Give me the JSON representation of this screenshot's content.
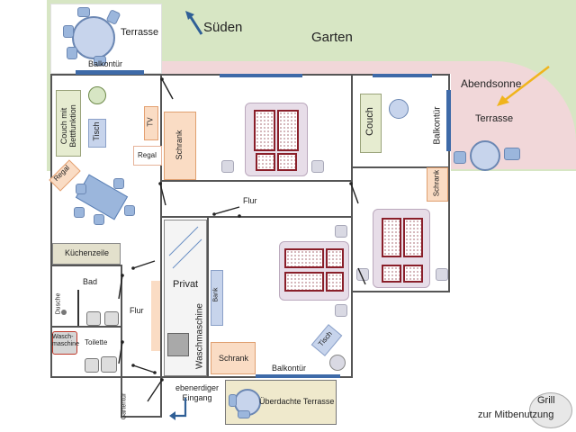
{
  "labels": {
    "sueden": "Süden",
    "garten": "Garten",
    "terrasse_top": "Terrasse",
    "balkontuer_top": "Balkontür",
    "abendsonne": "Abendsonne",
    "terrasse_right": "Terrasse",
    "couch_bett": "Couch mit Bettfunktion",
    "tisch_left": "Tisch",
    "tv": "TV",
    "regal_small": "Regal",
    "schrank_top": "Schrank",
    "regal_diag": "Regal",
    "couch_right": "Couch",
    "balkontuer_right": "Balkontür",
    "schrank_right": "Schrank",
    "flur_top": "Flur",
    "kuechenzeile": "Küchenzeile",
    "bad": "Bad",
    "dusche": "Dusche",
    "waschmaschine_small": "Wasch-maschine",
    "toilette": "Toilette",
    "flur_left": "Flur",
    "gartentuer": "Gartentür",
    "privat": "Privat",
    "waschmaschine": "Waschmaschine",
    "bank": "Bank",
    "schrank_bottom": "Schrank",
    "balkontuer_bottom": "Balkontür",
    "tisch_bottom": "Tisch",
    "ebenerdiger_eingang": "ebenerdiger Eingang",
    "ueberdachte_terrasse": "Überdachte Terrasse",
    "grill": "Grill",
    "zur_mitbenutzung": "zur Mitbenutzung"
  },
  "colors": {
    "garden": "#d7e6c4",
    "terrace_pink": "#f1d7d9",
    "furniture_blue": "#c7d4ec",
    "wall": "#555555",
    "window": "#3e6aa8",
    "sun_arrow": "#f0b41c",
    "north_arrow": "#2f5f96",
    "bed_mattress": "#8a1f2a",
    "orange_furniture": "#fadcc4",
    "green_furniture": "#e6ecd0",
    "covered_terrace": "#efe9cc",
    "kitchen": "#e3e0cc"
  },
  "icons": {
    "compass_arrow": "arrow-up-left-icon",
    "sun_arrow": "arrow-down-left-icon",
    "entrance_arrow": "arrow-down-icon"
  }
}
